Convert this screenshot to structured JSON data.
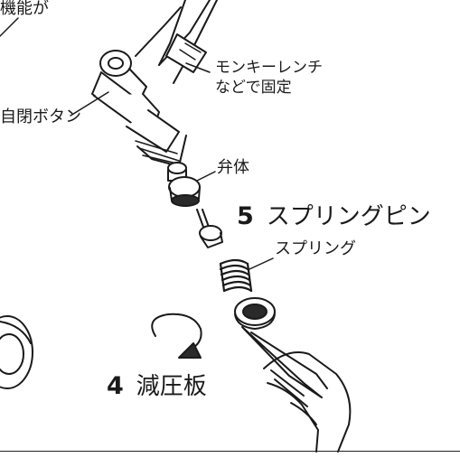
{
  "labels": {
    "top_left_fragment": "機能が",
    "wrench_label_line1": "モンキーレンチ",
    "wrench_label_line2": "などで固定",
    "self_close_button": "自閉ボタン",
    "valve_body": "弁体",
    "spring_pin_number": "5",
    "spring_pin": "スプリングピン",
    "spring": "スプリング",
    "pressure_plate_number": "4",
    "pressure_plate": "減圧板"
  },
  "colors": {
    "line": "#1a1a1a",
    "fill": "#ffffff",
    "shade": "#3a3a3a"
  },
  "icons": [
    "wrench-icon",
    "valve-assembly-icon",
    "rotate-arrow-icon",
    "hand-tweezers-icon"
  ]
}
